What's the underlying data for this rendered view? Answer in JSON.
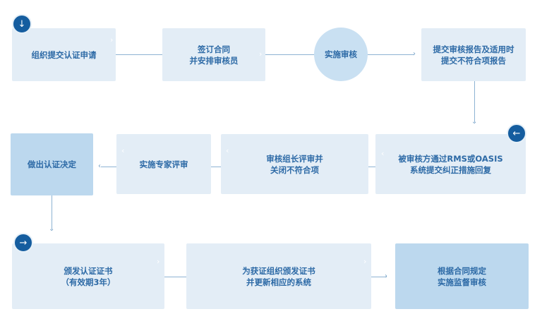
{
  "steps": {
    "s1": "组织提交认证申请",
    "s2": "签订合同\n并安排审核员",
    "s3": "实施审核",
    "s4": "提交审核报告及适用时\n提交不符合项报告",
    "s5": "被审核方通过RMS或OASIS\n系统提交纠正措施回复",
    "s6": "审核组长评审并\n关闭不符合项",
    "s7": "实施专家评审",
    "s8": "做出认证决定",
    "s9": "颁发认证证书\n（有效期3年）",
    "s10": "为获证组织颁发证书\n并更新相应的系统",
    "s11": "根据合同规定\n实施监督审核"
  },
  "badges": {
    "row1": "↓",
    "row2": "←",
    "row3": "→"
  }
}
